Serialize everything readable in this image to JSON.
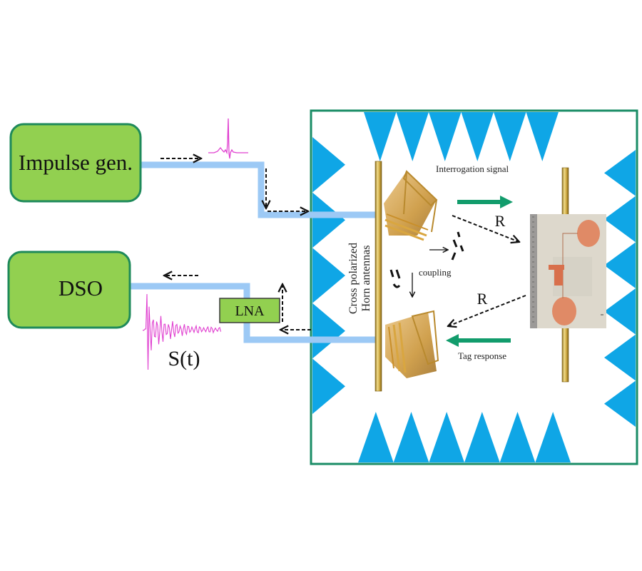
{
  "diagram": {
    "blocks": {
      "impulse_generator": "Impulse gen.",
      "dso": "DSO",
      "lna": "LNA"
    },
    "labels": {
      "antennas_line1": "Cross polarized",
      "antennas_line2": "Horn antennas",
      "interrogation": "Interrogation signal",
      "tag_response": "Tag response",
      "coupling": "coupling",
      "reflection_top": "R",
      "reflection_bottom": "R",
      "received_signal": "S(t)"
    },
    "colors": {
      "block_fill": "#92d050",
      "block_border": "#1e8a5a",
      "cable": "#9cc9f5",
      "chamber_border": "#1a8c66",
      "absorber": "#0fa6e6",
      "signal_arrow": "#129c6c",
      "pulse": "#e040d0",
      "pole": "#c8a63a",
      "tag_substrate": "#ddd8cc",
      "tag_patch": "#e08a66"
    },
    "chamber": {
      "top_absorbers": 6,
      "bottom_absorbers": 6,
      "left_absorbers": 5,
      "right_absorbers": 6
    }
  }
}
